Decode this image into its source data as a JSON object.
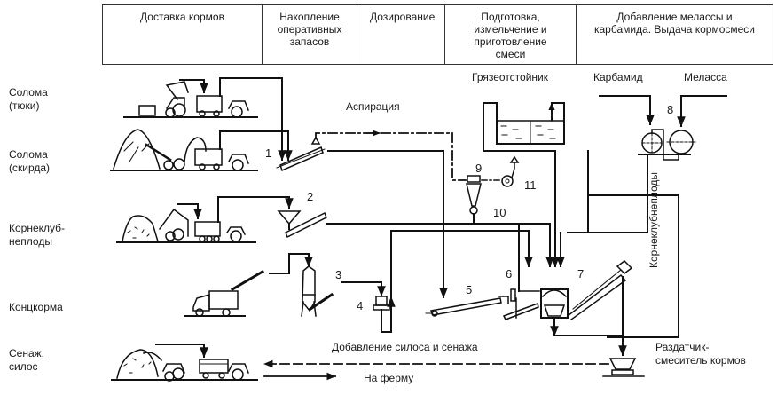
{
  "header": {
    "columns": [
      {
        "label": "Доставка кормов"
      },
      {
        "label": "Накопление оперативных запасов"
      },
      {
        "label": "Дозирование"
      },
      {
        "label": "Подготовка, измельчение и приготовление смеси"
      },
      {
        "label": "Добавление мелассы и карбамида. Выдача кормосмеси"
      }
    ]
  },
  "feeds": [
    {
      "label_line1": "Солома",
      "label_line2": "(тюки)"
    },
    {
      "label_line1": "Солома",
      "label_line2": "(скирда)"
    },
    {
      "label_line1": "Корнеклуб-",
      "label_line2": "неплоды"
    },
    {
      "label_line1": "Концкорма",
      "label_line2": ""
    },
    {
      "label_line1": "Сенаж,",
      "label_line2": "силос"
    }
  ],
  "labels": {
    "aspiration": "Аспирация",
    "sludge_tank": "Грязеотстойник",
    "carbamide": "Карбамид",
    "molasses": "Меласса",
    "root_crops_vertical": "Корнеклубнеплоды",
    "silage_addition": "Добавление силоса и сенажа",
    "to_farm": "На ферму",
    "distributor_line1": "Раздатчик-",
    "distributor_line2": "смеситель кормов"
  },
  "equipment_numbers": [
    "1",
    "2",
    "3",
    "4",
    "5",
    "6",
    "7",
    "8",
    "9",
    "10",
    "11"
  ]
}
